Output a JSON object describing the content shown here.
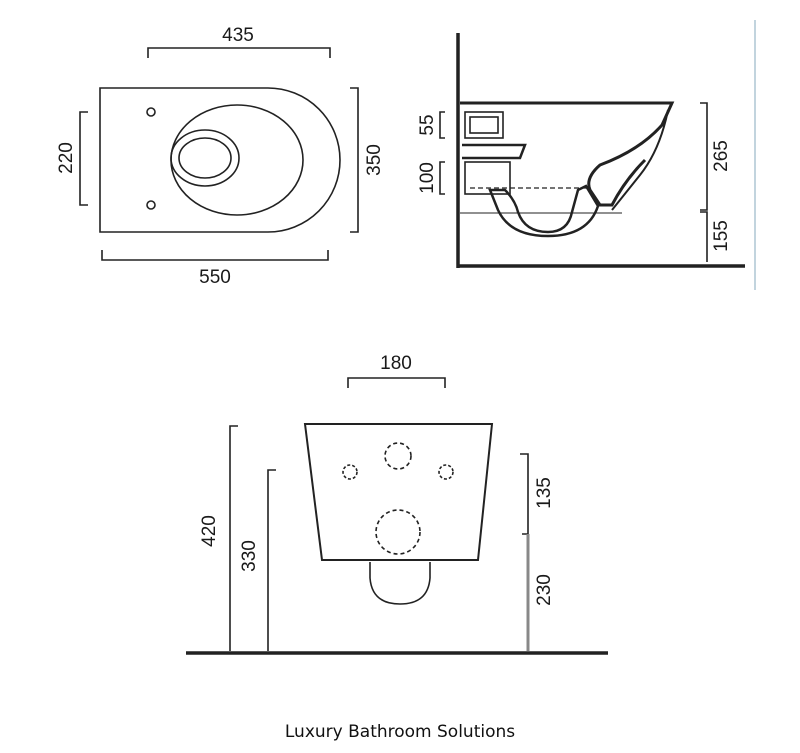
{
  "top_view": {
    "width_total": "550",
    "width_fixing": "435",
    "depth": "350",
    "fixing_spacing": "220"
  },
  "side_view": {
    "inlet_height": "55",
    "outlet_height": "100",
    "bowl_height": "265",
    "floor_clearance": "155"
  },
  "front_view": {
    "bolt_spacing": "180",
    "rim_height": "420",
    "outlet_height": "330",
    "fixing_height": "135",
    "fixing_base": "230"
  },
  "caption": "Luxury Bathroom Solutions"
}
